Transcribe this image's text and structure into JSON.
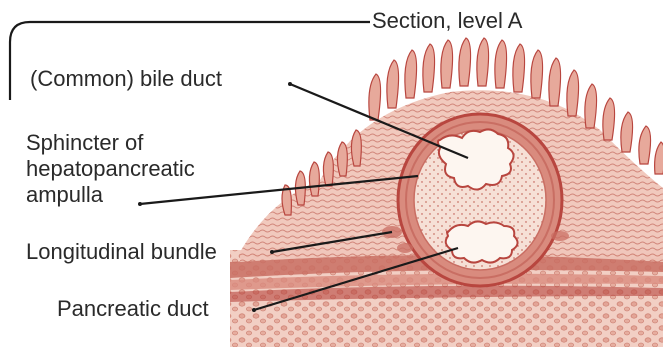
{
  "labels": {
    "section_level": "Section, level A",
    "bile_duct": "(Common) bile duct",
    "sphincter_line1": "Sphincter of",
    "sphincter_line2": "hepatopancreatic",
    "sphincter_line3": "ampulla",
    "longitudinal_bundle": "Longitudinal bundle",
    "pancreatic_duct": "Pancreatic duct"
  },
  "colors": {
    "leader_line": "#1a1a1a",
    "tissue_pink": "#e9b4a8",
    "tissue_light": "#f3d6cc",
    "tissue_dark": "#c96e63",
    "fiber_red": "#b8463f",
    "duct_lumen": "#fdf6f0"
  }
}
